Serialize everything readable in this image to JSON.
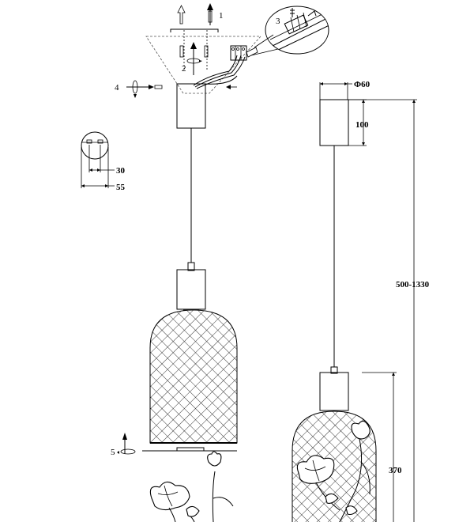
{
  "steps": [
    "1",
    "2",
    "3",
    "4",
    "5"
  ],
  "dimensions": {
    "diameter": "Φ60",
    "canopy_height": "100",
    "total_height": "500-1330",
    "shade_height": "370",
    "hole_spacing": "30",
    "canopy_width": "55"
  }
}
